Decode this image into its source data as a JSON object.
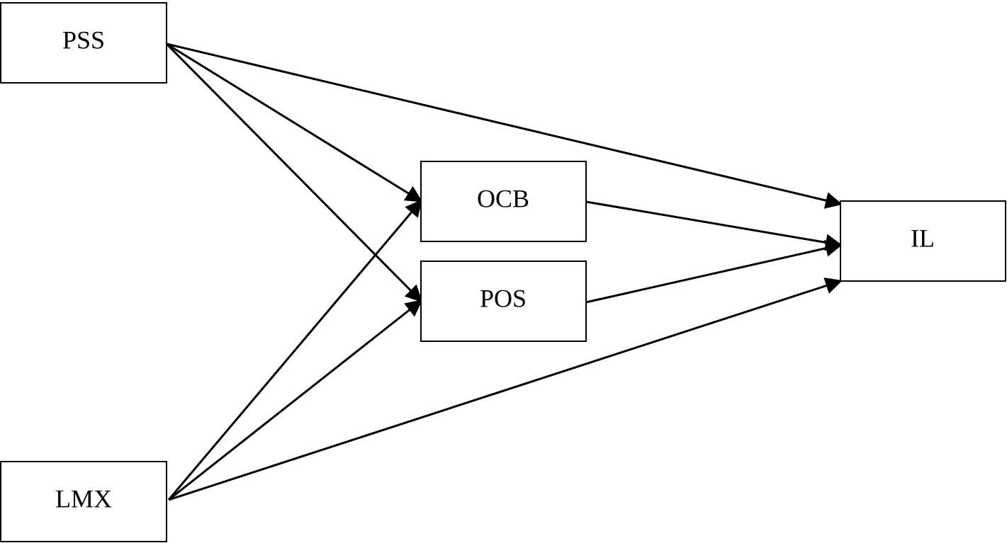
{
  "nodes": [
    {
      "id": "PSS",
      "label": "PSS"
    },
    {
      "id": "LMX",
      "label": "LMX"
    },
    {
      "id": "OCB",
      "label": "OCB"
    },
    {
      "id": "POS",
      "label": "POS"
    },
    {
      "id": "IL",
      "label": "IL"
    }
  ],
  "edges": [
    {
      "from": "PSS",
      "to": "OCB"
    },
    {
      "from": "PSS",
      "to": "POS"
    },
    {
      "from": "PSS",
      "to": "IL"
    },
    {
      "from": "LMX",
      "to": "OCB"
    },
    {
      "from": "LMX",
      "to": "POS"
    },
    {
      "from": "LMX",
      "to": "IL"
    },
    {
      "from": "OCB",
      "to": "IL"
    },
    {
      "from": "POS",
      "to": "IL"
    }
  ],
  "colors": {
    "line": "#000000",
    "box_fill": "#ffffff",
    "background": "#ffffff"
  }
}
